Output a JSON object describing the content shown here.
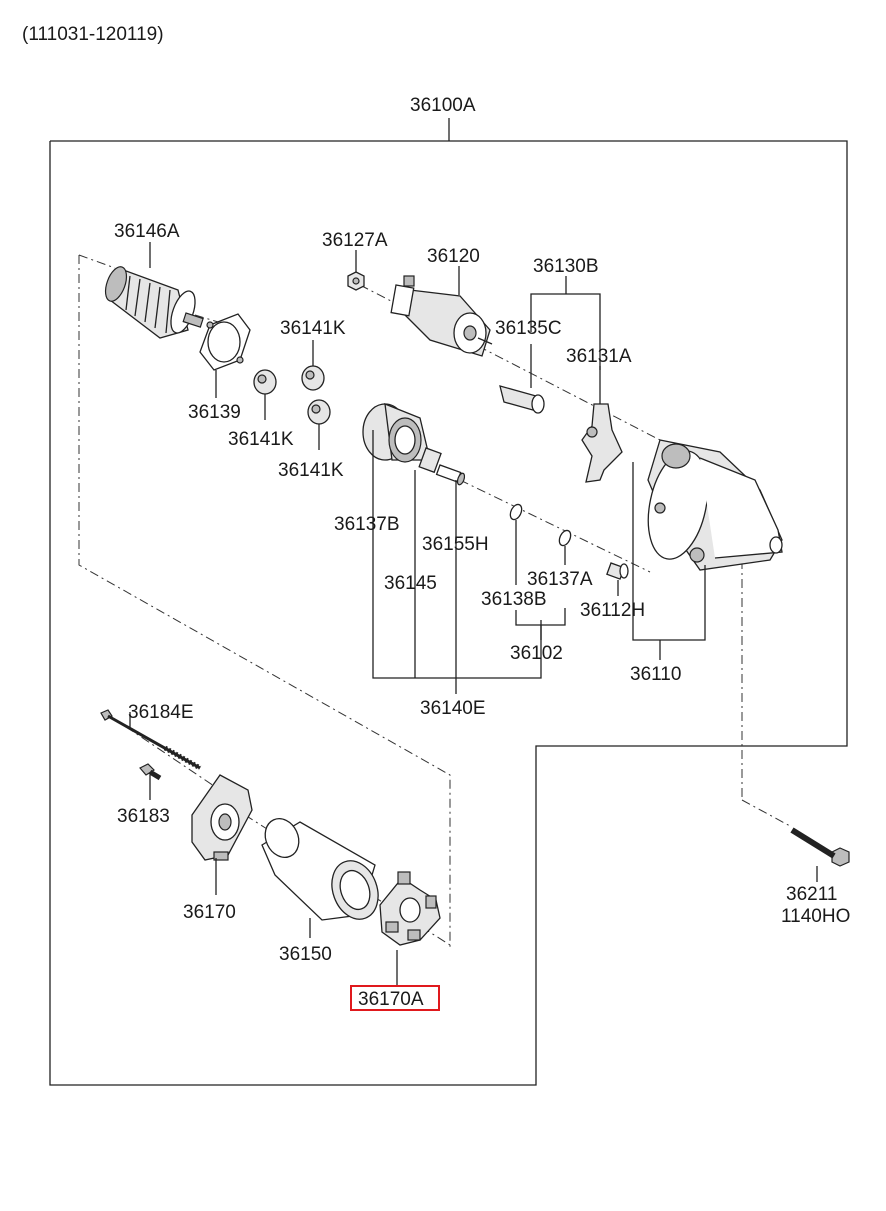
{
  "header": {
    "date_range": "(111031-120119)"
  },
  "assembly": {
    "main": "36100A"
  },
  "labels": {
    "p36146A": "36146A",
    "p36127A": "36127A",
    "p36120": "36120",
    "p36130B": "36130B",
    "p36141K_a": "36141K",
    "p36135C": "36135C",
    "p36131A": "36131A",
    "p36139": "36139",
    "p36141K_b": "36141K",
    "p36141K_c": "36141K",
    "p36137B": "36137B",
    "p36155H": "36155H",
    "p36145": "36145",
    "p36137A": "36137A",
    "p36138B": "36138B",
    "p36112H": "36112H",
    "p36102": "36102",
    "p36110": "36110",
    "p36140E": "36140E",
    "p36184E": "36184E",
    "p36183": "36183",
    "p36170": "36170",
    "p36150": "36150",
    "p36170A": "36170A",
    "p36211": "36211",
    "p1140HO": "1140HO"
  },
  "highlighted_part": "36170A",
  "colors": {
    "highlight": "#e0191d",
    "line": "#222222"
  }
}
